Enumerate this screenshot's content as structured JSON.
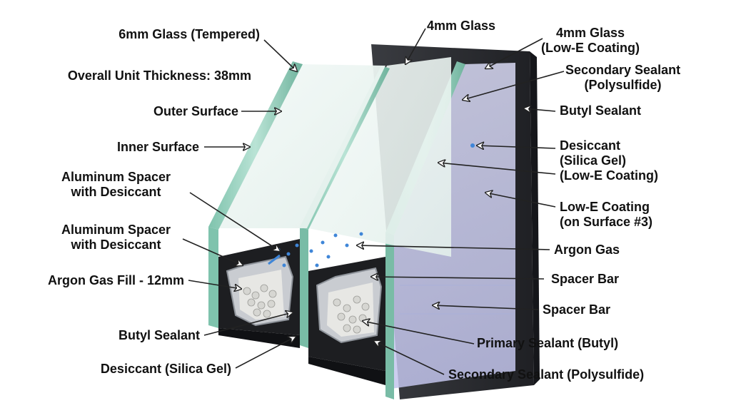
{
  "colors": {
    "glass_edge": "#8fcab8",
    "glass_face": "#eef6f3",
    "frame": "#2b2d31",
    "sealant": "#1d1e21",
    "spacer": "#c9ccd1",
    "desiccant": "#e7e7e4",
    "lowe_tint": "#c8c9ee",
    "gas_dot": "#3f86d8",
    "label_text": "#111111"
  },
  "labels": {
    "glass_6mm": "6mm Glass (Tempered)",
    "overall_thickness": "Overall Unit Thickness: 38mm",
    "outer_surface": "Outer Surface",
    "inner_surface": "Inner Surface",
    "al_spacer_1": [
      "Aluminum Spacer",
      "with Desiccant"
    ],
    "al_spacer_2": [
      "Aluminum Spacer",
      "with Desiccant"
    ],
    "argon_fill": "Argon Gas Fill - 12mm",
    "butyl_left": "Butyl Sealant",
    "desiccant_left": "Desiccant (Silica Gel)",
    "glass_4mm": "4mm Glass",
    "glass_4mm_lowe": [
      "4mm Glass",
      "(Low-E Coating)"
    ],
    "secondary_top": [
      "Secondary Sealant",
      "(Polysulfide)"
    ],
    "butyl_right": "Butyl Sealant",
    "desiccant_right": [
      "Desiccant",
      "(Silica Gel)",
      "(Low-E Coating)"
    ],
    "lowe_surface3": [
      "Low-E Coating",
      "(on Surface #3)"
    ],
    "argon_gas": "Argon Gas",
    "spacer_bar_1": "Spacer Bar",
    "spacer_bar_2": "Spacer Bar",
    "primary_sealant": "Primary Sealant (Butyl)",
    "secondary_bottom": "Secondary Sealant (Polysulfide)"
  }
}
